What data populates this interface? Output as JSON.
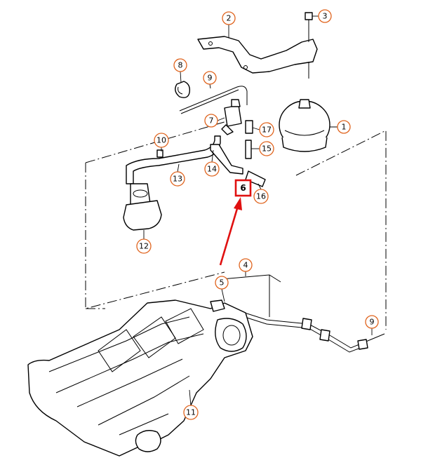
{
  "callouts": [
    {
      "label": "1"
    },
    {
      "label": "2"
    },
    {
      "label": "3"
    },
    {
      "label": "4"
    },
    {
      "label": "5"
    },
    {
      "label": "7"
    },
    {
      "label": "8"
    },
    {
      "label": "9"
    },
    {
      "label": "9"
    },
    {
      "label": "10"
    },
    {
      "label": "11"
    },
    {
      "label": "12"
    },
    {
      "label": "13"
    },
    {
      "label": "14"
    },
    {
      "label": "15"
    },
    {
      "label": "16"
    },
    {
      "label": "17"
    }
  ],
  "highlighted": {
    "label": "6",
    "color": "#e01010"
  },
  "colors": {
    "callout_ring": "#e0641e",
    "highlight": "#e01010",
    "line": "#000000"
  }
}
